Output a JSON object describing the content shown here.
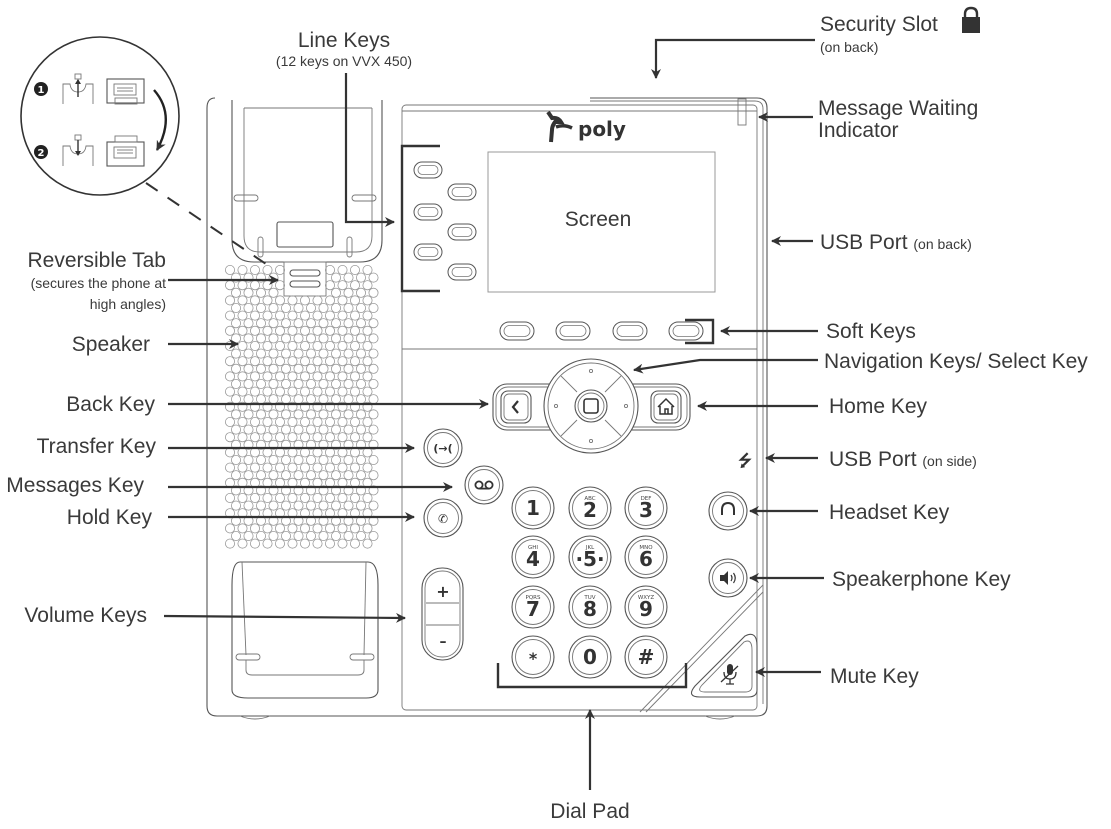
{
  "brand": "poly",
  "screen_label": "Screen",
  "callouts": {
    "line_keys": {
      "title": "Line Keys",
      "note": "(12 keys on VVX 450)"
    },
    "security_slot": {
      "title": "Security Slot",
      "note": "(on back)",
      "icon": "lock-icon"
    },
    "message_waiting": {
      "line1": "Message Waiting",
      "line2": "Indicator"
    },
    "usb_back": {
      "title": "USB Port",
      "note": "(on back)"
    },
    "reversible_tab": {
      "title": "Reversible Tab",
      "line1": "(secures the phone at",
      "line2": "high angles)"
    },
    "speaker": {
      "title": "Speaker"
    },
    "soft_keys": {
      "title": "Soft Keys"
    },
    "nav_keys": {
      "title": "Navigation Keys/ Select Key"
    },
    "back_key": {
      "title": "Back Key"
    },
    "home_key": {
      "title": "Home Key"
    },
    "transfer_key": {
      "title": "Transfer Key"
    },
    "usb_side": {
      "title": "USB Port",
      "note": "(on side)"
    },
    "messages_key": {
      "title": "Messages Key"
    },
    "hold_key": {
      "title": "Hold Key"
    },
    "headset_key": {
      "title": "Headset Key"
    },
    "speakerphone_key": {
      "title": "Speakerphone Key"
    },
    "volume_keys": {
      "title": "Volume Keys"
    },
    "mute_key": {
      "title": "Mute Key"
    },
    "dial_pad": {
      "title": "Dial Pad"
    }
  },
  "inset_steps": [
    "1",
    "2"
  ],
  "dialpad": [
    {
      "digit": "1",
      "letters": ""
    },
    {
      "digit": "2",
      "letters": "ABC"
    },
    {
      "digit": "3",
      "letters": "DEF"
    },
    {
      "digit": "4",
      "letters": "GHI"
    },
    {
      "digit": "5",
      "letters": "JKL"
    },
    {
      "digit": "6",
      "letters": "MNO"
    },
    {
      "digit": "7",
      "letters": "PQRS"
    },
    {
      "digit": "8",
      "letters": "TUV"
    },
    {
      "digit": "9",
      "letters": "WXYZ"
    },
    {
      "digit": "*",
      "letters": ""
    },
    {
      "digit": "0",
      "letters": ""
    },
    {
      "digit": "#",
      "letters": ""
    }
  ],
  "volume": {
    "up": "+",
    "down": "–"
  }
}
